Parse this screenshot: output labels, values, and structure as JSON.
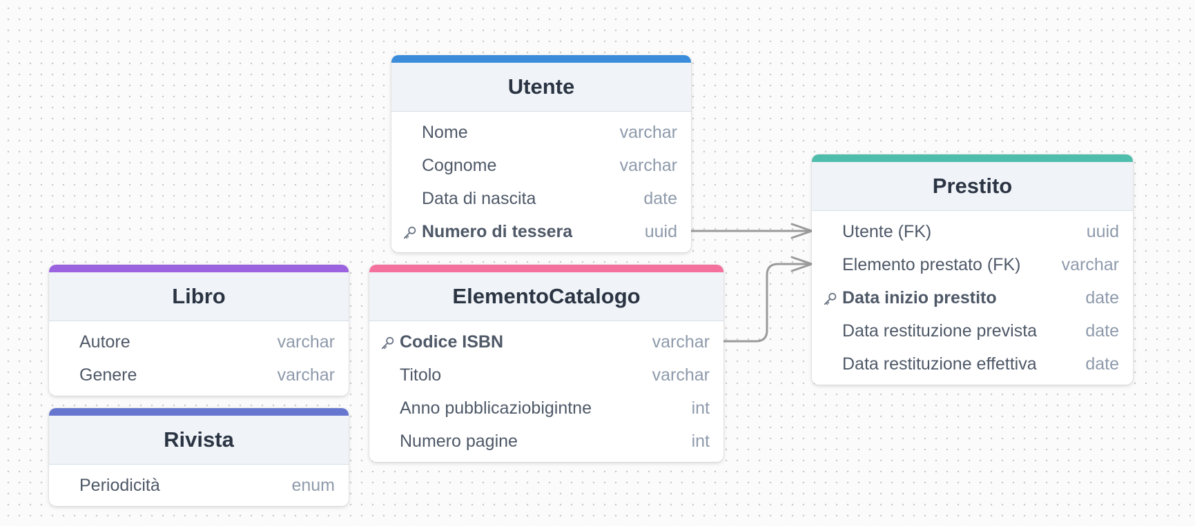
{
  "colors": {
    "utente": "#3b8ddb",
    "prestito": "#4fbdab",
    "libro": "#9b63e0",
    "elemento_catalogo": "#f3719c",
    "rivista": "#6676cf",
    "connector": "#9a9a9a"
  },
  "entities": {
    "utente": {
      "title": "Utente",
      "fields": [
        {
          "name": "Nome",
          "type": "varchar"
        },
        {
          "name": "Cognome",
          "type": "varchar"
        },
        {
          "name": "Data di nascita",
          "type": "date"
        },
        {
          "name": "Numero di tessera",
          "type": "uuid",
          "pk": true
        }
      ]
    },
    "prestito": {
      "title": "Prestito",
      "fields": [
        {
          "name": "Utente (FK)",
          "type": "uuid"
        },
        {
          "name": "Elemento prestato (FK)",
          "type": "varchar"
        },
        {
          "name": "Data inizio prestito",
          "type": "date",
          "pk": true
        },
        {
          "name": "Data restituzione prevista",
          "type": "date"
        },
        {
          "name": "Data restituzione effettiva",
          "type": "date"
        }
      ]
    },
    "libro": {
      "title": "Libro",
      "fields": [
        {
          "name": "Autore",
          "type": "varchar"
        },
        {
          "name": "Genere",
          "type": "varchar"
        }
      ]
    },
    "elemento_catalogo": {
      "title": "ElementoCatalogo",
      "fields": [
        {
          "name": "Codice ISBN",
          "type": "varchar",
          "pk": true
        },
        {
          "name": "Titolo",
          "type": "varchar"
        },
        {
          "name": "Anno pubblicaziobigintne",
          "type": "int"
        },
        {
          "name": "Numero pagine",
          "type": "int"
        }
      ]
    },
    "rivista": {
      "title": "Rivista",
      "fields": [
        {
          "name": "Periodicità",
          "type": "enum"
        }
      ]
    }
  },
  "relationships": [
    {
      "from": "Utente.Numero di tessera",
      "to": "Prestito.Utente (FK)",
      "cardinality": "one-to-many"
    },
    {
      "from": "ElementoCatalogo.Codice ISBN",
      "to": "Prestito.Elemento prestato (FK)",
      "cardinality": "one-to-many"
    }
  ]
}
